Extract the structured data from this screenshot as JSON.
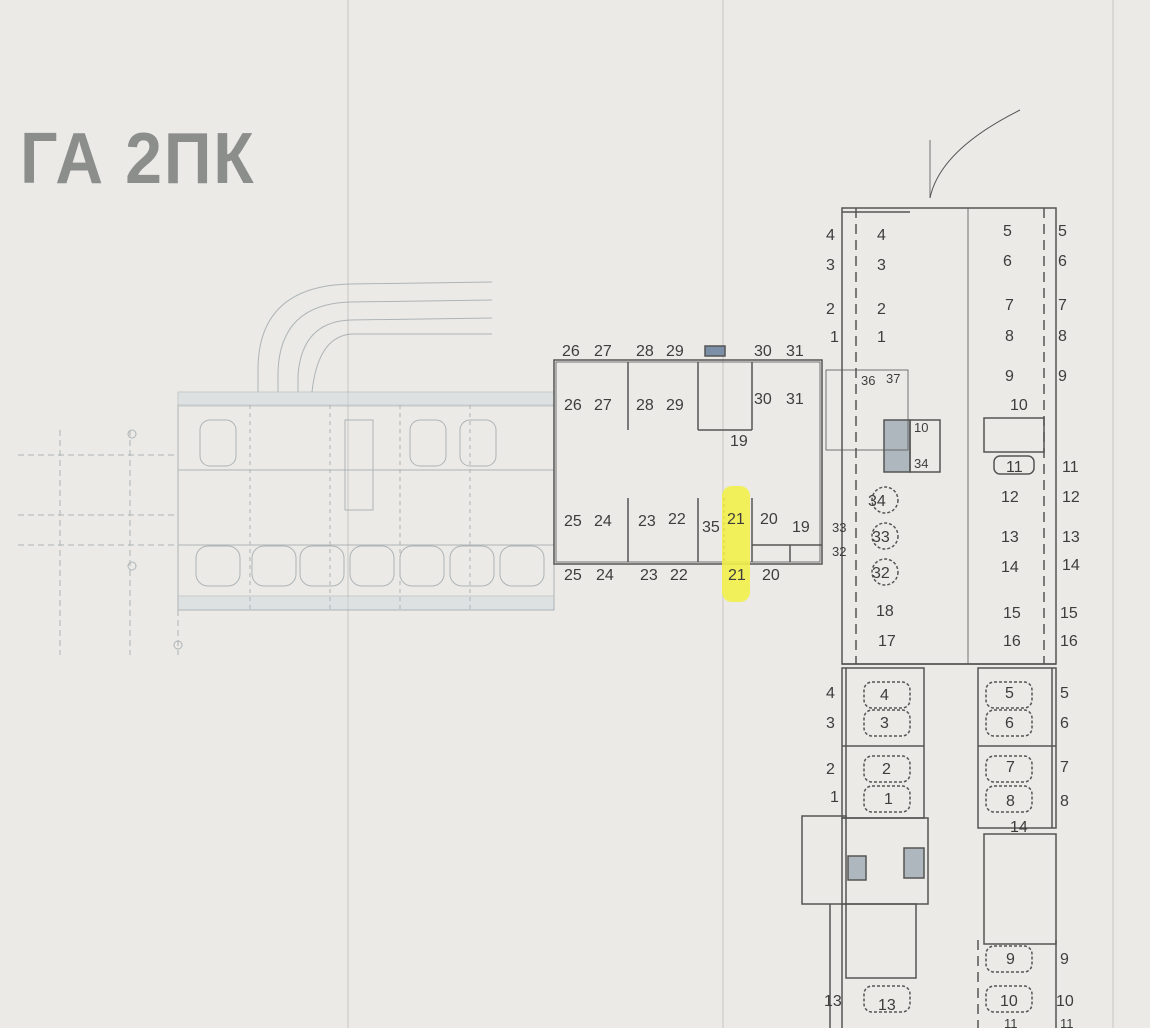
{
  "title": "ГА 2ПК",
  "highlight_color": "#f2ef4a",
  "highlighted_space": "21",
  "upper_wing_labels": {
    "top_row": [
      "26",
      "27",
      "28",
      "29",
      "30",
      "31"
    ],
    "inner_top_row": [
      "26",
      "27",
      "28",
      "29",
      "30",
      "31"
    ],
    "inner_bottom_row": [
      "25",
      "24",
      "23",
      "22",
      "35",
      "21",
      "20",
      "19"
    ],
    "bottom_row": [
      "25",
      "24",
      "23",
      "22",
      "21",
      "20"
    ],
    "misc": [
      "19",
      "33",
      "32"
    ]
  },
  "east_block_left_column": [
    "4",
    "3",
    "2",
    "1"
  ],
  "east_block_inner_left": [
    "4",
    "3",
    "2",
    "1",
    "36",
    "37",
    "34",
    "33",
    "32",
    "18",
    "17"
  ],
  "east_block_inner_right": [
    "5",
    "6",
    "7",
    "8",
    "9",
    "10",
    "11",
    "12",
    "13",
    "14",
    "15",
    "16"
  ],
  "east_block_right_column": [
    "5",
    "6",
    "7",
    "8",
    "9",
    "11",
    "12",
    "13",
    "14",
    "15",
    "16"
  ],
  "lower_block_left_column": [
    "4",
    "3",
    "2",
    "1",
    "13"
  ],
  "lower_block_inner_left": [
    "4",
    "3",
    "2",
    "1",
    "13"
  ],
  "lower_block_inner_right": [
    "5",
    "6",
    "7",
    "8",
    "14",
    "9",
    "10",
    "11"
  ],
  "lower_block_right_column": [
    "5",
    "6",
    "7",
    "8",
    "9",
    "10",
    "11"
  ],
  "room_10_34_labels": [
    "10",
    "34"
  ]
}
